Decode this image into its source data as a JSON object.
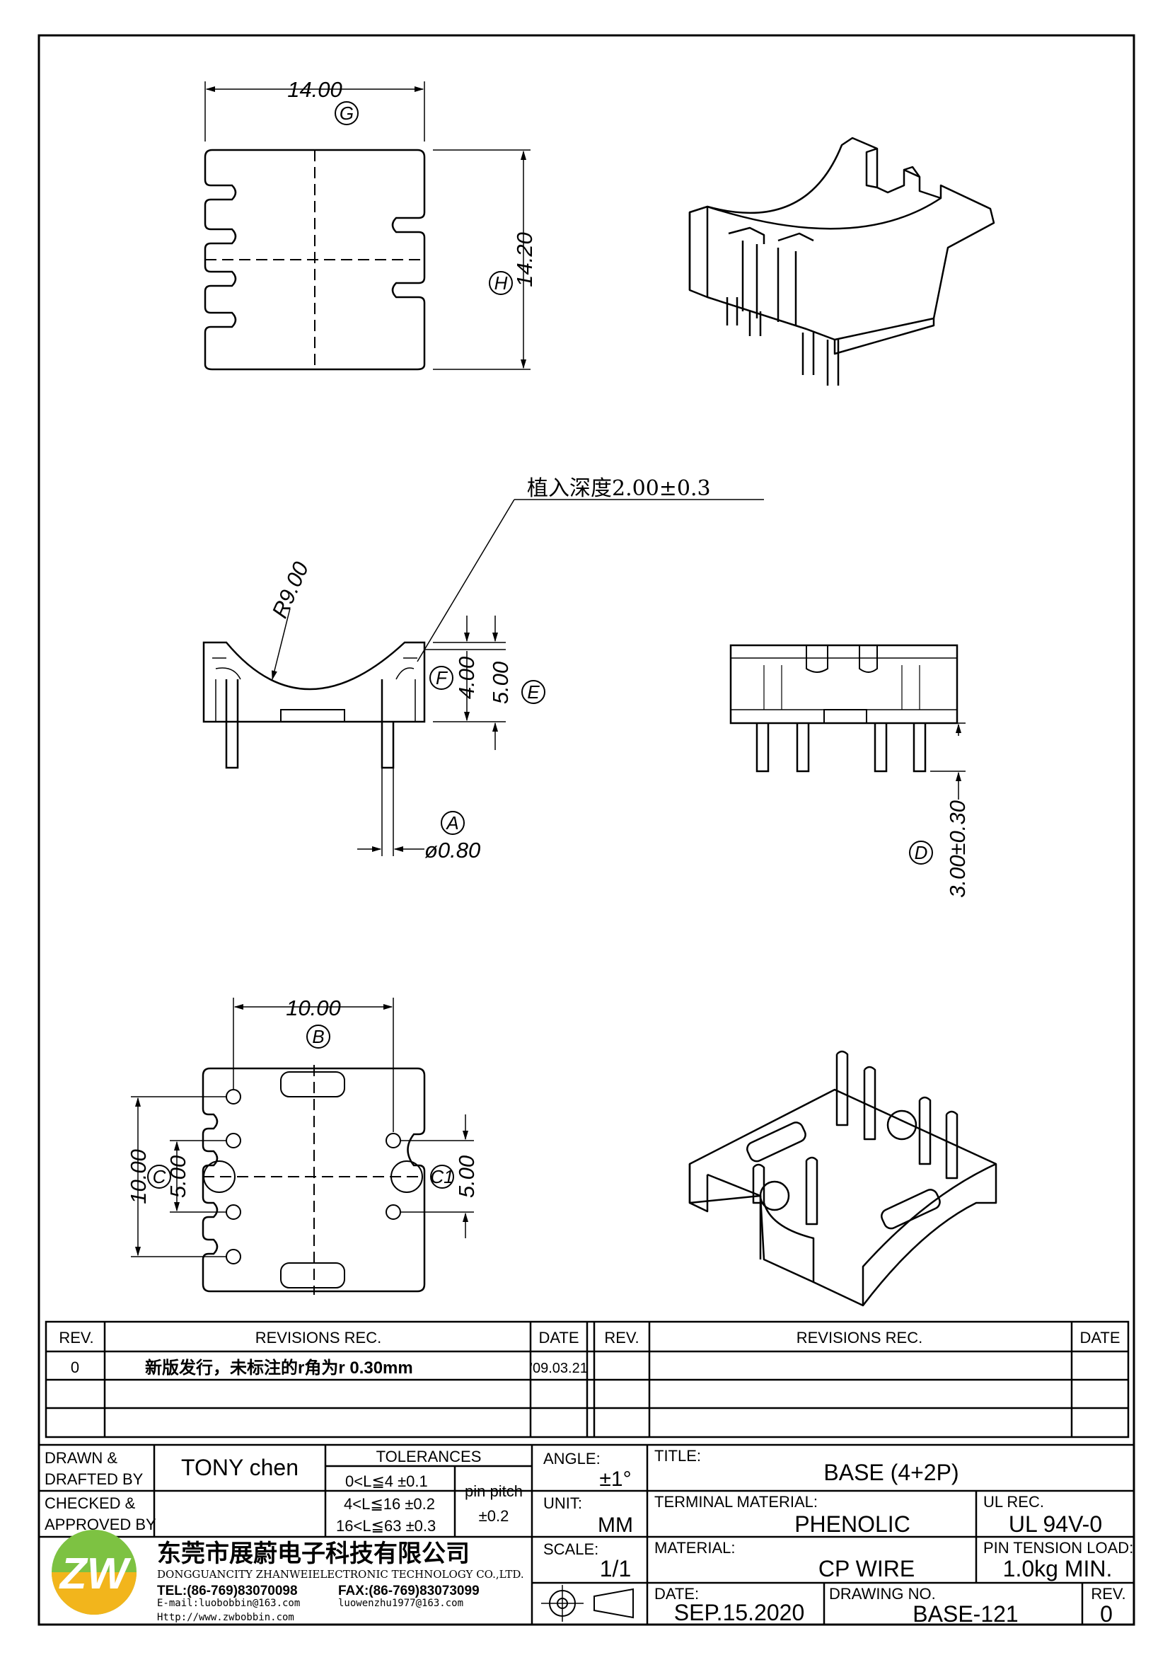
{
  "dimensions": {
    "width_top": "14.00",
    "height_top": "14.20",
    "radius": "R9.00",
    "pin_depth_note": "植入深度2.00±0.3",
    "height_f": "4.00",
    "height_e": "5.00",
    "pin_diameter": "ø0.80",
    "pin_length": "3.00±0.30",
    "pin_span": "10.00",
    "row_span": "10.00",
    "pitch_left": "5.00",
    "pitch_right": "5.00"
  },
  "labels": {
    "g": "G",
    "h": "H",
    "f": "F",
    "e": "E",
    "a": "A",
    "d": "D",
    "b": "B",
    "c": "C",
    "c1": "C1"
  },
  "revisions": {
    "header_rev": "REV.",
    "header_rec": "REVISIONS   REC.",
    "header_date": "DATE",
    "row1_rev": "0",
    "row1_rec": "新版发行，未标注的r角为r 0.30mm",
    "row1_date": "'09.03.21"
  },
  "title_block": {
    "drawn_label_1": "DRAWN  &",
    "drawn_label_2": "DRAFTED  BY",
    "drawn_value": "TONY  chen",
    "checked_label_1": "CHECKED  &",
    "checked_label_2": "APPROVED  BY",
    "tolerances_label": "TOLERANCES",
    "tol_1": "0<L≦4    ±0.1",
    "tol_2": "4<L≦16  ±0.2",
    "tol_3": "16<L≦63  ±0.3",
    "pin_pitch_label": "pin  pitch",
    "pin_pitch_value": "±0.2",
    "angle_label": "ANGLE:",
    "angle_value": "±1°",
    "unit_label": "UNIT:",
    "unit_value": "MM",
    "scale_label": "SCALE:",
    "scale_value": "1/1",
    "title_label": "TITLE:",
    "title_value": "BASE  (4+2P)",
    "terminal_label": "TERMINAL  MATERIAL:",
    "terminal_value": "PHENOLIC",
    "ul_label": "UL  REC.",
    "ul_value": "UL  94V-0",
    "material_label": "MATERIAL:",
    "material_value": "CP  WIRE",
    "pin_tension_label": "PIN  TENSION  LOAD:",
    "pin_tension_value": "1.0kg  MIN.",
    "date_label": "DATE:",
    "date_value": "SEP.15.2020",
    "drawing_no_label": "DRAWING  NO.",
    "drawing_no_value": "BASE-121",
    "rev_label": "REV.",
    "rev_value": "0",
    "company_cn": "东莞市展蔚电子科技有限公司",
    "company_en": "DONGGUANCITY  ZHANWEIELECTRONIC  TECHNOLOGY  CO.,LTD.",
    "tel": "TEL:(86-769)83070098",
    "fax": "FAX:(86-769)83073099",
    "email": "E-mail:luobobbin@163.com",
    "email2": "luowenzhu1977@163.com",
    "web": "Http://www.zwbobbin.com"
  }
}
